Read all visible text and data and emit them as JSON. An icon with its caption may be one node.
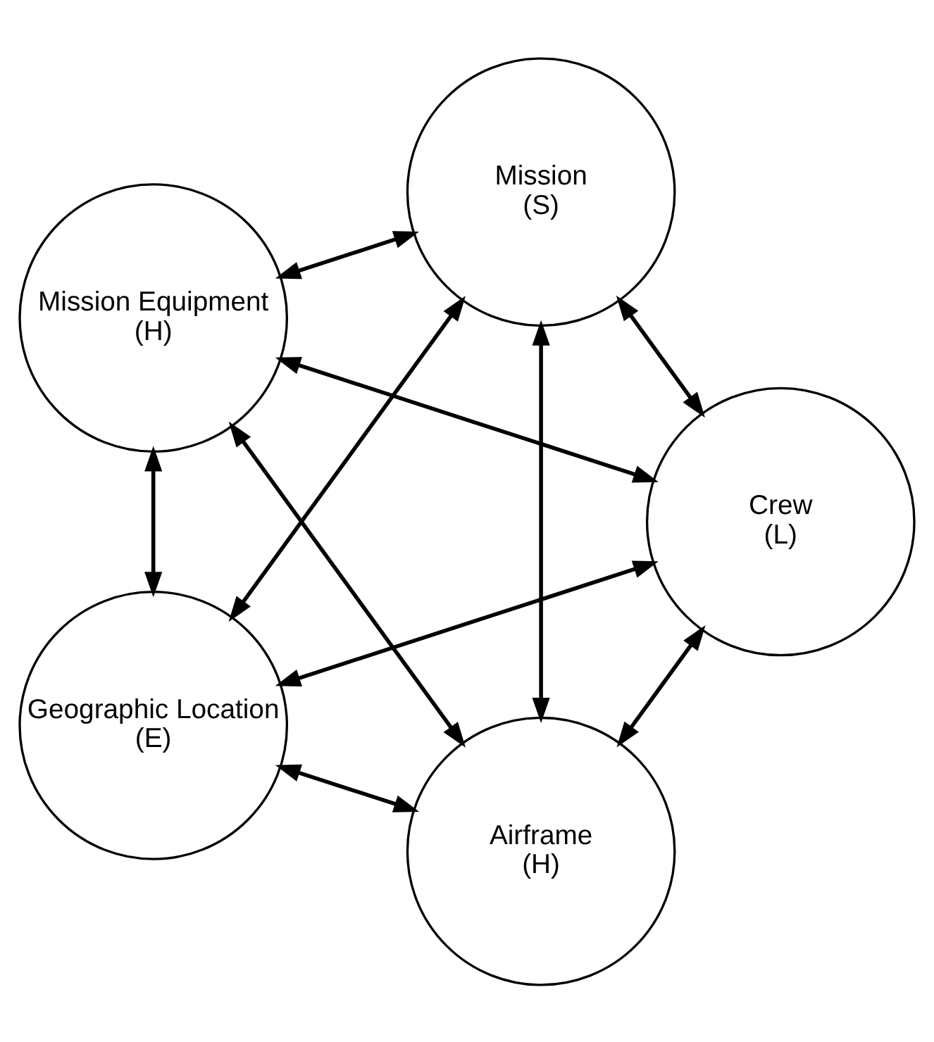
{
  "diagram": {
    "nodes": [
      {
        "text": [
          "Airframe",
          "(H)"
        ]
      },
      {
        "text": [
          "Crew",
          "(L)"
        ]
      },
      {
        "text": [
          "Mission Equipment",
          "(H)"
        ]
      },
      {
        "text": [
          "Mission",
          "(S)"
        ]
      },
      {
        "text": [
          "Geographic Location",
          "(E)"
        ]
      }
    ],
    "edges": [
      {
        "from": 0,
        "to": 1,
        "arrow": "both"
      },
      {
        "from": 0,
        "to": 2,
        "arrow": "both"
      },
      {
        "from": 0,
        "to": 3,
        "arrow": "both"
      },
      {
        "from": 0,
        "to": 4,
        "arrow": "both"
      },
      {
        "from": 1,
        "to": 2,
        "arrow": "both"
      },
      {
        "from": 1,
        "to": 3,
        "arrow": "both"
      },
      {
        "from": 1,
        "to": 4,
        "arrow": "both"
      },
      {
        "from": 2,
        "to": 3,
        "arrow": "both"
      },
      {
        "from": 2,
        "to": 4,
        "arrow": "both"
      },
      {
        "from": 3,
        "to": 4,
        "arrow": "both"
      }
    ]
  }
}
